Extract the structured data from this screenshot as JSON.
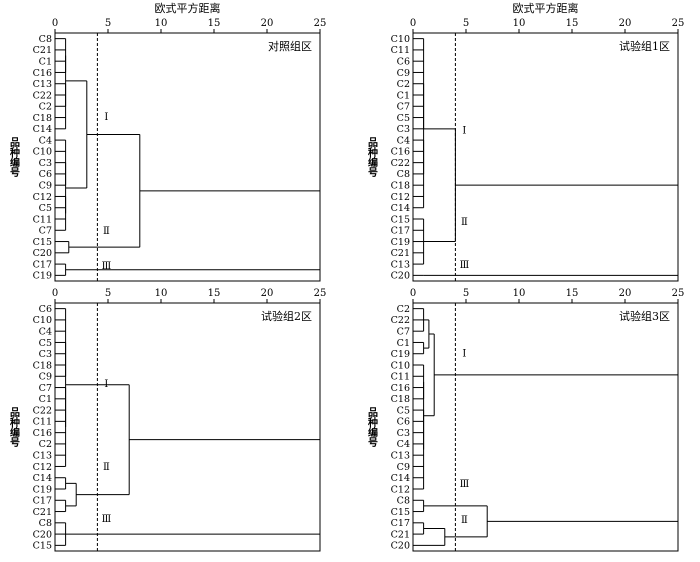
{
  "axis": {
    "title": "欧式平方距离",
    "ticks": [
      0,
      5,
      10,
      15,
      20,
      25
    ],
    "max": 25,
    "cutoff": 4
  },
  "ylabel": "品种编号",
  "panels": [
    {
      "name": "对照组区",
      "leaves": [
        "C8",
        "C21",
        "C1",
        "C16",
        "C13",
        "C22",
        "C2",
        "C18",
        "C14",
        "C4",
        "C10",
        "C3",
        "C6",
        "C9",
        "C12",
        "C5",
        "C11",
        "C7",
        "C15",
        "C20",
        "C17",
        "C19"
      ],
      "tree": {
        "h": 25,
        "c": [
          {
            "h": 8,
            "c": [
              {
                "h": 3,
                "c": [
                  {
                    "h": 1,
                    "c": [
                      {
                        "h": 1,
                        "c": [
                          0,
                          1,
                          2,
                          3
                        ]
                      },
                      {
                        "h": 1,
                        "c": [
                          4,
                          5,
                          6,
                          7,
                          8
                        ]
                      }
                    ]
                  },
                  {
                    "h": 1,
                    "c": [
                      {
                        "h": 1,
                        "c": [
                          9,
                          10,
                          11,
                          12,
                          13
                        ]
                      },
                      {
                        "h": 1,
                        "c": [
                          14,
                          15,
                          16,
                          17
                        ]
                      }
                    ]
                  }
                ]
              },
              {
                "h": 1.3,
                "c": [
                  18,
                  19
                ]
              }
            ]
          },
          {
            "h": 1,
            "c": [
              20,
              21
            ]
          }
        ]
      },
      "clusters": [
        {
          "label": "Ⅰ",
          "row": 7.5
        },
        {
          "label": "Ⅱ",
          "row": 17.6
        },
        {
          "label": "Ⅲ",
          "row": 20.7
        }
      ]
    },
    {
      "name": "试验组1区",
      "leaves": [
        "C10",
        "C11",
        "C6",
        "C9",
        "C2",
        "C1",
        "C7",
        "C5",
        "C3",
        "C4",
        "C16",
        "C22",
        "C8",
        "C18",
        "C12",
        "C14",
        "C15",
        "C17",
        "C19",
        "C21",
        "C13",
        "C20"
      ],
      "tree": {
        "h": 25,
        "c": [
          {
            "h": 4,
            "c": [
              {
                "h": 1,
                "c": [
                  {
                    "h": 1,
                    "c": [
                      0,
                      1,
                      2,
                      3,
                      4,
                      5,
                      6,
                      7,
                      8
                    ]
                  },
                  {
                    "h": 1,
                    "c": [
                      9,
                      10,
                      11,
                      12,
                      13,
                      14,
                      15
                    ]
                  }
                ]
              },
              {
                "h": 1,
                "c": [
                  16,
                  17,
                  18,
                  19,
                  20
                ]
              }
            ]
          },
          {
            "h": 1,
            "c": [
              21
            ]
          }
        ]
      },
      "clusters": [
        {
          "label": "Ⅰ",
          "row": 8.7
        },
        {
          "label": "Ⅱ",
          "row": 16.8
        },
        {
          "label": "Ⅲ",
          "row": 20.6
        }
      ]
    },
    {
      "name": "试验组2区",
      "leaves": [
        "C6",
        "C10",
        "C4",
        "C5",
        "C3",
        "C18",
        "C9",
        "C7",
        "C1",
        "C22",
        "C11",
        "C16",
        "C2",
        "C13",
        "C12",
        "C14",
        "C19",
        "C17",
        "C21",
        "C8",
        "C20",
        "C15"
      ],
      "tree": {
        "h": 25,
        "c": [
          {
            "h": 7,
            "c": [
              {
                "h": 1,
                "c": [
                  {
                    "h": 1,
                    "c": [
                      0,
                      1,
                      2,
                      3,
                      4,
                      5,
                      6
                    ]
                  },
                  {
                    "h": 1,
                    "c": [
                      7,
                      8,
                      9,
                      10,
                      11,
                      12,
                      13,
                      14
                    ]
                  }
                ]
              },
              {
                "h": 2,
                "c": [
                  {
                    "h": 1,
                    "c": [
                      15,
                      16
                    ]
                  },
                  {
                    "h": 1,
                    "c": [
                      17,
                      18
                    ]
                  }
                ]
              }
            ]
          },
          {
            "h": 1,
            "c": [
              19,
              20,
              21
            ]
          }
        ]
      },
      "clusters": [
        {
          "label": "Ⅰ",
          "row": 7.2
        },
        {
          "label": "Ⅱ",
          "row": 14.6
        },
        {
          "label": "Ⅲ",
          "row": 19.2
        }
      ]
    },
    {
      "name": "试验组3区",
      "leaves": [
        "C2",
        "C22",
        "C7",
        "C1",
        "C19",
        "C10",
        "C11",
        "C16",
        "C18",
        "C5",
        "C6",
        "C3",
        "C4",
        "C13",
        "C9",
        "C14",
        "C12",
        "C8",
        "C15",
        "C17",
        "C21",
        "C20"
      ],
      "tree": {
        "h": 25,
        "c": [
          {
            "h": 2,
            "c": [
              {
                "h": 1.5,
                "c": [
                  {
                    "h": 1,
                    "c": [
                      0,
                      1,
                      2
                    ]
                  },
                  {
                    "h": 1,
                    "c": [
                      3,
                      4
                    ]
                  }
                ]
              },
              {
                "h": 1,
                "c": [
                  {
                    "h": 1,
                    "c": [
                      5,
                      6,
                      7,
                      8
                    ]
                  },
                  {
                    "h": 1,
                    "c": [
                      9,
                      10,
                      11,
                      12,
                      13,
                      14,
                      15,
                      16
                    ]
                  }
                ]
              }
            ]
          },
          {
            "h": 7,
            "c": [
              {
                "h": 1,
                "c": [
                  17,
                  18
                ]
              },
              {
                "h": 3,
                "c": [
                  {
                    "h": 1,
                    "c": [
                      19,
                      20
                    ]
                  },
                  21
                ]
              }
            ]
          }
        ]
      },
      "clusters": [
        {
          "label": "Ⅰ",
          "row": 4.5
        },
        {
          "label": "Ⅲ",
          "row": 16.1
        },
        {
          "label": "Ⅱ",
          "row": 19.3
        }
      ]
    }
  ]
}
